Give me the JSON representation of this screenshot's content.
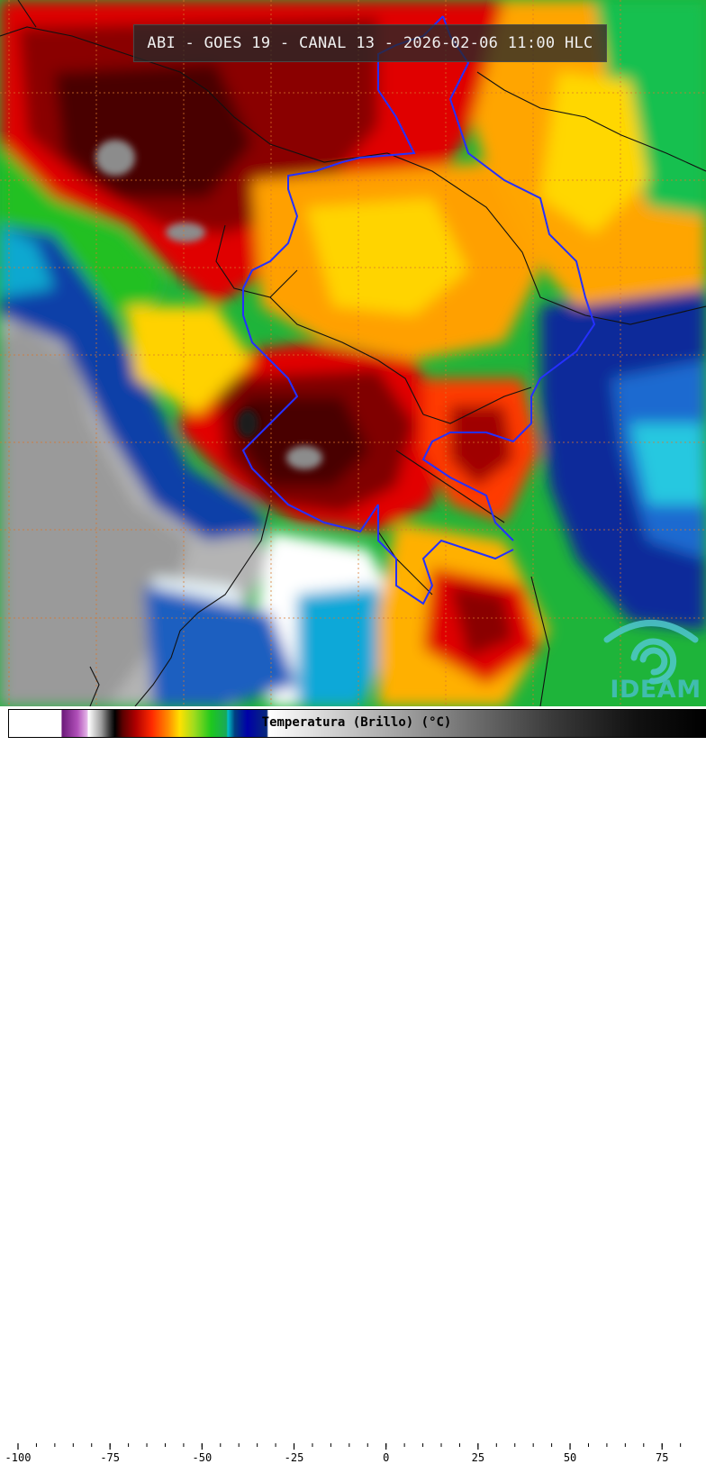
{
  "title": "ABI - GOES 19 - CANAL 13 - 2026-02-06 11:00 HLC",
  "logo": {
    "text": "IDEAM",
    "icon": "ideam-swirl-logo"
  },
  "colorbar": {
    "label": "Temperatura (Brillo) (°C)",
    "min": -100,
    "max": 84,
    "ticks": [
      -100,
      -75,
      -50,
      -25,
      0,
      25,
      50,
      75
    ],
    "tick_labels": [
      "-100",
      "-75",
      "-50",
      "-25",
      "0",
      "25",
      "50",
      "75"
    ]
  },
  "colors": {
    "very_cold": "#5a0000",
    "cold": "#ff2a00",
    "warm_cloud": "#1ec81e",
    "clear_ocean": "#0000a8",
    "surface": "#d8d8d8",
    "border": "#1a2aff",
    "grid": "#d2691e"
  }
}
